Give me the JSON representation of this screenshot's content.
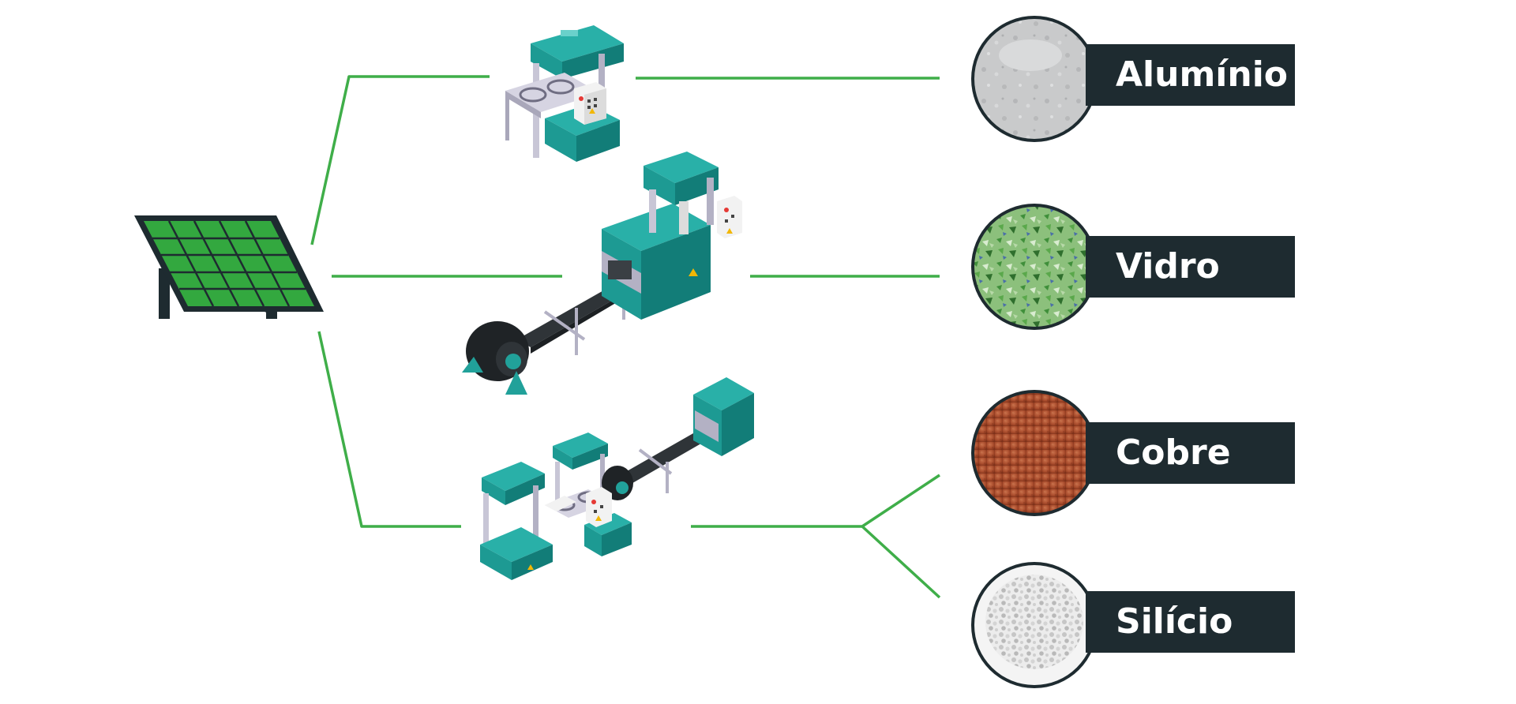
{
  "materials": [
    {
      "label": "Alumínio",
      "texture": "aluminium-powder"
    },
    {
      "label": "Vidro",
      "texture": "glass-fragments"
    },
    {
      "label": "Cobre",
      "texture": "copper-powder"
    },
    {
      "label": "Silício",
      "texture": "silicon-granules"
    }
  ],
  "icons": {
    "source": "solar-panel-icon",
    "machines": [
      "hydraulic-press-icon",
      "press-conveyor-icon",
      "combined-processing-line-icon"
    ]
  },
  "colors": {
    "connector": "#3fae49",
    "panel": "#33a83f",
    "panel_frame": "#1e2b30",
    "label_bg": "#1e2b30",
    "label_text": "#ffffff",
    "machine_teal": "#21a19a",
    "machine_dark": "#127d78",
    "machine_grey": "#c8c6d6",
    "belt": "#2f3438",
    "aluminium": "#c9cacb",
    "glass": "#7fba72",
    "copper": "#a64a2b",
    "silicon": "#dcdcdc"
  }
}
